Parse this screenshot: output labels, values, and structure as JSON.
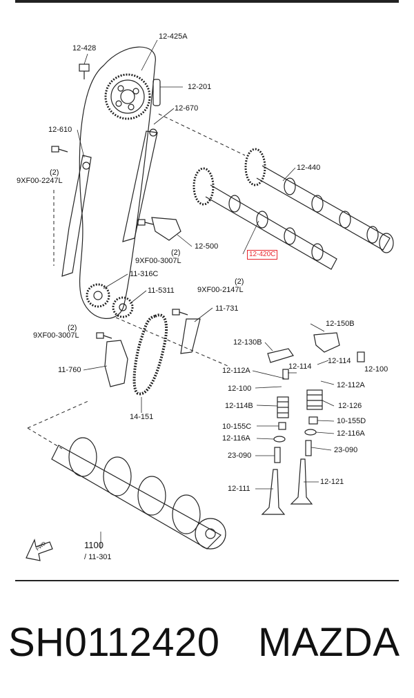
{
  "labels": {
    "p12428": "12-428",
    "p12425A": "12-425A",
    "p12201": "12-201",
    "p12670": "12-670",
    "p12610": "12-610",
    "p9XF002247L": "9XF00-2247L",
    "q2a": "(2)",
    "p12440": "12-440",
    "p12500": "12-500",
    "q2b": "(2)",
    "p9XF003007La": "9XF00-3007L",
    "p12420C": "12-420C",
    "p11316C": "11-316C",
    "q2c": "(2)",
    "p9XF002147L": "9XF00-2147L",
    "p115311": "11-5311",
    "p11731": "11-731",
    "q2d": "(2)",
    "p9XF003007Lb": "9XF00-3007L",
    "p12150B": "12-150B",
    "p12130B": "12-130B",
    "p12114a": "12-114",
    "p12114b": "12-114",
    "p12100a": "12-100",
    "p12112Aa": "12-112A",
    "p12112Ab": "12-112A",
    "p11760": "11-760",
    "p12100b": "12-100",
    "p12114B": "12-114B",
    "p12126": "12-126",
    "p14151": "14-151",
    "p10155C": "10-155C",
    "p10155D": "10-155D",
    "p12116Aa": "12-116A",
    "p12116Ab": "12-116A",
    "p23090a": "23-090",
    "p23090b": "23-090",
    "p12111": "12-111",
    "p12121": "12-121",
    "p1100": "1100",
    "p11301": "/ 11-301",
    "fwd": "FWD"
  },
  "footer": {
    "part_number": "SH0112420",
    "brand": "MAZDA"
  },
  "colors": {
    "highlight": "#e8232a",
    "line": "#222222"
  }
}
